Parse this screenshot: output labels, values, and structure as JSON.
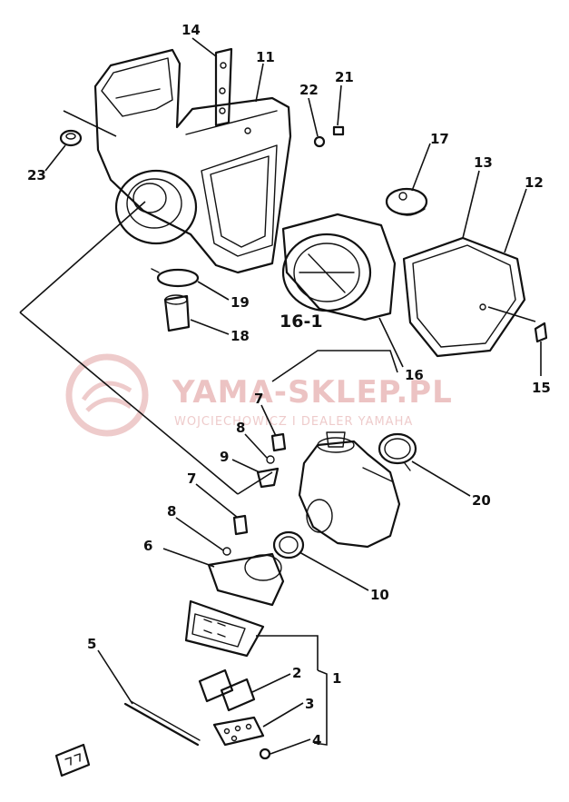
{
  "watermark": {
    "title": "YAMA-SKLEP.PL",
    "subtitle": "WOJCIECHOWICZ I DEALER YAMAHA",
    "color": "#e9b9b9"
  },
  "callouts": [
    "14",
    "11",
    "22",
    "21",
    "23",
    "17",
    "13",
    "12",
    "19",
    "16-1",
    "18",
    "16",
    "15",
    "7",
    "8",
    "9",
    "20",
    "7",
    "8",
    "6",
    "10",
    "5",
    "2",
    "1",
    "3",
    "4"
  ]
}
